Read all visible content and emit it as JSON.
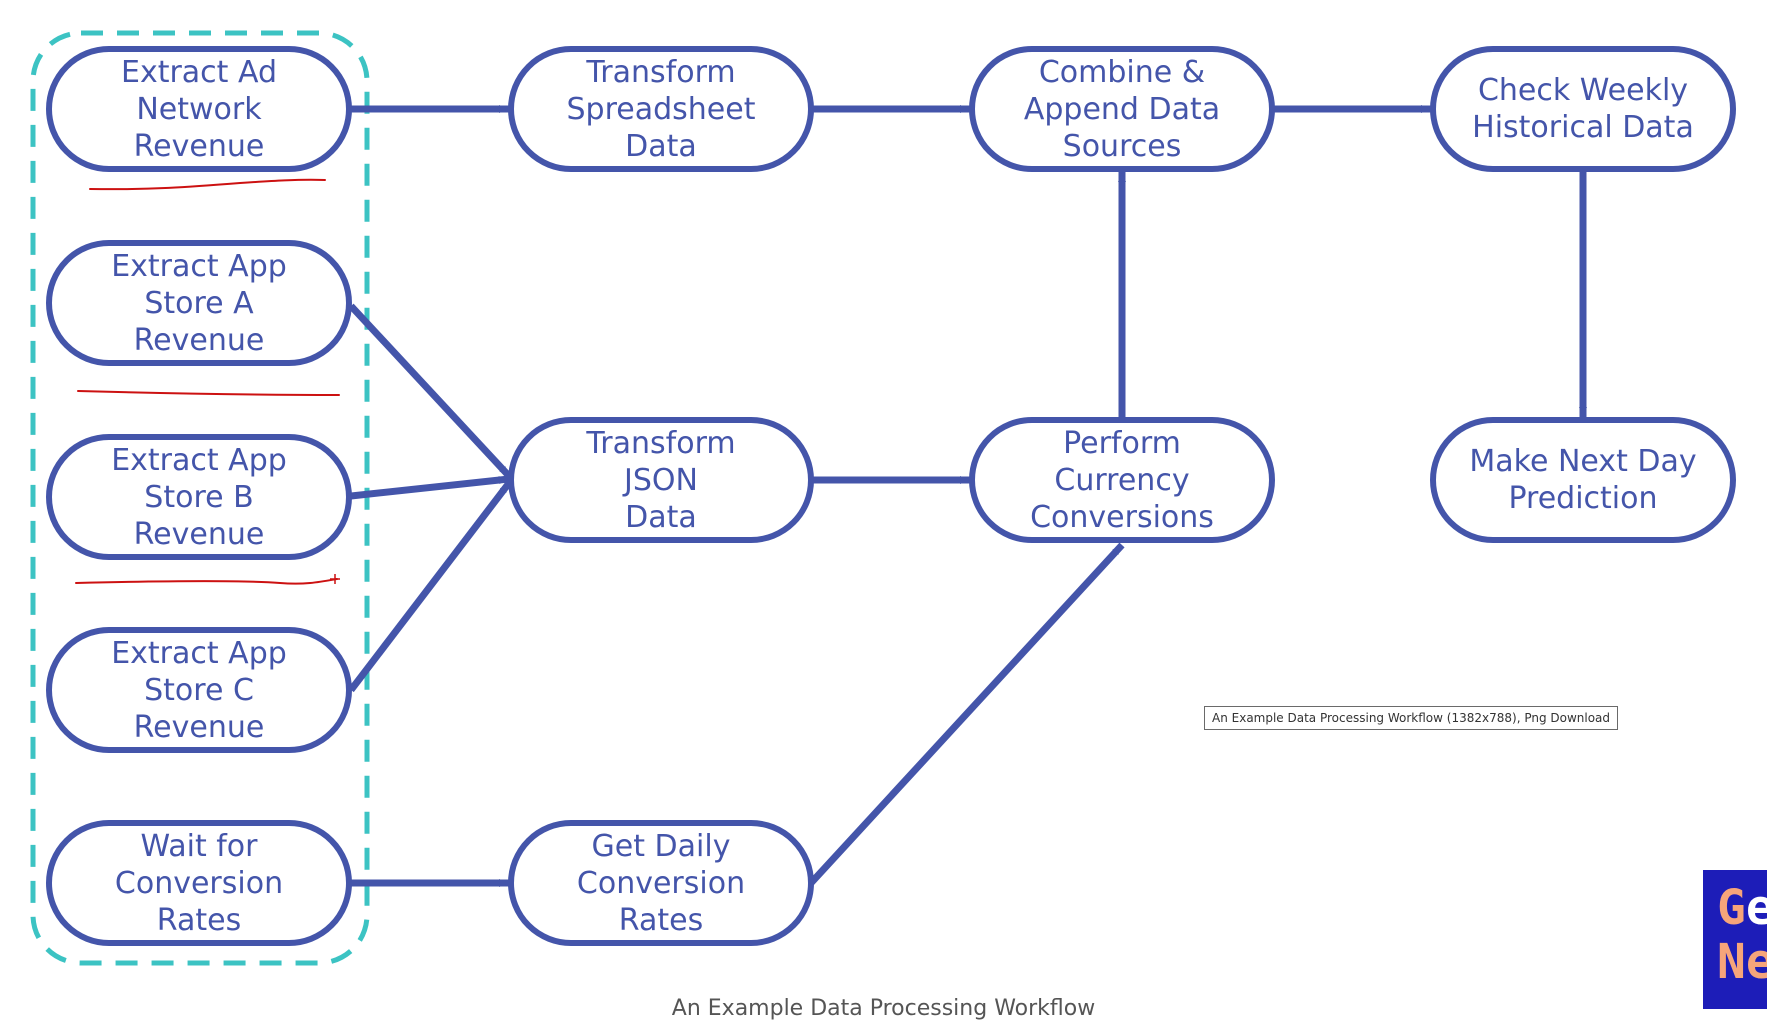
{
  "diagram": {
    "type": "flowchart",
    "nodes": [
      {
        "id": "extract-ad-network",
        "label": "Extract Ad\nNetwork\nRevenue"
      },
      {
        "id": "extract-app-store-a",
        "label": "Extract  App\nStore A\nRevenue"
      },
      {
        "id": "extract-app-store-b",
        "label": "Extract App\nStore B\nRevenue"
      },
      {
        "id": "extract-app-store-c",
        "label": "Extract App\nStore C\nRevenue"
      },
      {
        "id": "wait-for-conversion-rates",
        "label": "Wait for\nConversion\nRates"
      },
      {
        "id": "transform-spreadsheet",
        "label": "Transform\nSpreadsheet\nData"
      },
      {
        "id": "transform-json",
        "label": "Transform\nJSON\nData"
      },
      {
        "id": "get-daily-conversion-rates",
        "label": "Get Daily\nConversion\nRates"
      },
      {
        "id": "combine-append",
        "label": "Combine &\nAppend Data\nSources"
      },
      {
        "id": "perform-currency-conversions",
        "label": "Perform\nCurrency\nConversions"
      },
      {
        "id": "check-weekly-historical",
        "label": "Check Weekly\nHistorical Data"
      },
      {
        "id": "make-next-day-prediction",
        "label": "Make Next Day\nPrediction"
      }
    ],
    "edges": [
      {
        "from": "extract-ad-network",
        "to": "transform-spreadsheet"
      },
      {
        "from": "extract-app-store-a",
        "to": "transform-json"
      },
      {
        "from": "extract-app-store-b",
        "to": "transform-json"
      },
      {
        "from": "extract-app-store-c",
        "to": "transform-json"
      },
      {
        "from": "wait-for-conversion-rates",
        "to": "get-daily-conversion-rates"
      },
      {
        "from": "transform-spreadsheet",
        "to": "combine-append"
      },
      {
        "from": "transform-json",
        "to": "perform-currency-conversions"
      },
      {
        "from": "get-daily-conversion-rates",
        "to": "perform-currency-conversions"
      },
      {
        "from": "perform-currency-conversions",
        "to": "combine-append"
      },
      {
        "from": "combine-append",
        "to": "check-weekly-historical"
      },
      {
        "from": "check-weekly-historical",
        "to": "make-next-day-prediction"
      }
    ],
    "group": {
      "style": "dashed",
      "members": [
        "extract-ad-network",
        "extract-app-store-a",
        "extract-app-store-b",
        "extract-app-store-c",
        "wait-for-conversion-rates"
      ]
    },
    "colors": {
      "node_stroke": "#4455aa",
      "text": "#4455aa",
      "group_dash": "#3cc3c3",
      "annotation": "#cc1111"
    }
  },
  "tooltip": {
    "text": "An Example Data Processing Workflow (1382x788), Png Download"
  },
  "caption": {
    "text": "An Example Data Processing Workflow"
  },
  "badge": {
    "line1_first": "G",
    "line1_rest": "e",
    "line2": "Ne",
    "colors": {
      "background": "#1d1db8",
      "accent": "#f6a57a"
    }
  }
}
